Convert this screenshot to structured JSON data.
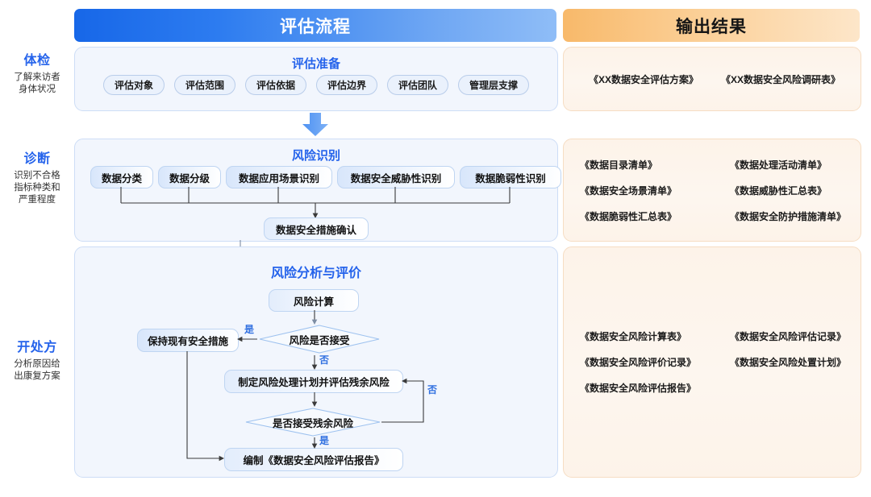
{
  "headers": {
    "process": "评估流程",
    "output": "输出结果",
    "process_color": "#1767e8",
    "output_color": "#f8b96a"
  },
  "stages": [
    {
      "title": "体检",
      "desc": "了解来访者\n身体状况"
    },
    {
      "title": "诊断",
      "desc": "识别不合格\n指标种类和\n严重程度"
    },
    {
      "title": "开处方",
      "desc": "分析原因给\n出康复方案"
    }
  ],
  "panel1": {
    "title": "评估准备",
    "pills": [
      "评估对象",
      "评估范围",
      "评估依据",
      "评估边界",
      "评估团队",
      "管理层支撑"
    ]
  },
  "panel2": {
    "title": "风险识别",
    "nodes": [
      "数据分类",
      "数据分级",
      "数据应用场景识别",
      "数据安全威胁性识别",
      "数据脆弱性识别"
    ],
    "merge_node": "数据安全措施确认"
  },
  "panel3": {
    "title": "风险分析与评价",
    "n_calc": "风险计算",
    "d_accept": "风险是否接受",
    "n_keep": "保持现有安全措施",
    "n_plan": "制定风险处理计划并评估残余风险",
    "d_residual": "是否接受残余风险",
    "n_report": "编制《数据安全风险评估报告》",
    "labels": {
      "yes": "是",
      "no": "否"
    }
  },
  "outputs": [
    {
      "items": [
        "《XX数据安全评估方案》",
        "《XX数据安全风险调研表》"
      ]
    },
    {
      "items": [
        "《数据目录清单》",
        "《数据处理活动清单》",
        "《数据安全场景清单》",
        "《数据威胁性汇总表》",
        "《数据脆弱性汇总表》",
        "《数据安全防护措施清单》"
      ]
    },
    {
      "items": [
        "《数据安全风险计算表》",
        "《数据安全风险评估记录》",
        "《数据安全风险评价记录》",
        "《数据安全风险处置计划》",
        "《数据安全风险评估报告》"
      ]
    }
  ]
}
